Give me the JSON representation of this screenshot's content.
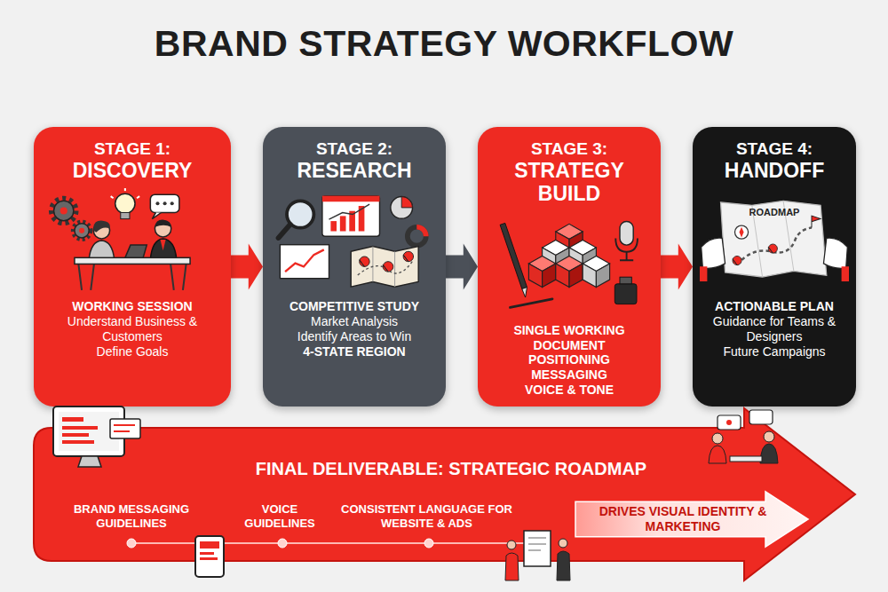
{
  "diagram": {
    "title": "BRAND STRATEGY WORKFLOW",
    "nodes": [
      {
        "text": [
          "STAGE 1:",
          "DISCOVERY",
          "WORKING SESSION",
          "Understand Business & Customers",
          "Define Goals"
        ]
      },
      {
        "text": [
          "STAGE 2:",
          "RESEARCH",
          "COMPETITIVE STUDY",
          "Market Analysis",
          "Identify Areas to Win",
          "4-STATE REGION"
        ]
      },
      {
        "text": [
          "STAGE 3:",
          "STRATEGY BUILD",
          "SINGLE WORKING DOCUMENT",
          "POSITIONING",
          "MESSAGING",
          "VOICE & TONE"
        ]
      },
      {
        "text": [
          "STAGE 4:",
          "HANDOFF",
          "ACTIONABLE PLAN",
          "Guidance for Teams & Designers",
          "Future Campaigns"
        ]
      },
      {
        "text": [
          "FINAL DELIVERABLE: STRATEGIC ROADMAP",
          "BRAND MESSAGING GUIDELINES",
          "VOICE GUIDELINES",
          "CONSISTENT LANGUAGE FOR WEBSITE & ADS"
        ]
      },
      {
        "text": [
          "DRIVES VISUAL IDENTITY & MARKETING"
        ],
        "in": 4
      }
    ],
    "edges": [
      {
        "from": 0,
        "to": 1,
        "arrow": "to"
      },
      {
        "from": 1,
        "to": 2,
        "arrow": "to"
      },
      {
        "from": 2,
        "to": 3,
        "arrow": "to"
      }
    ],
    "labels": [
      "ROADMAP"
    ]
  }
}
